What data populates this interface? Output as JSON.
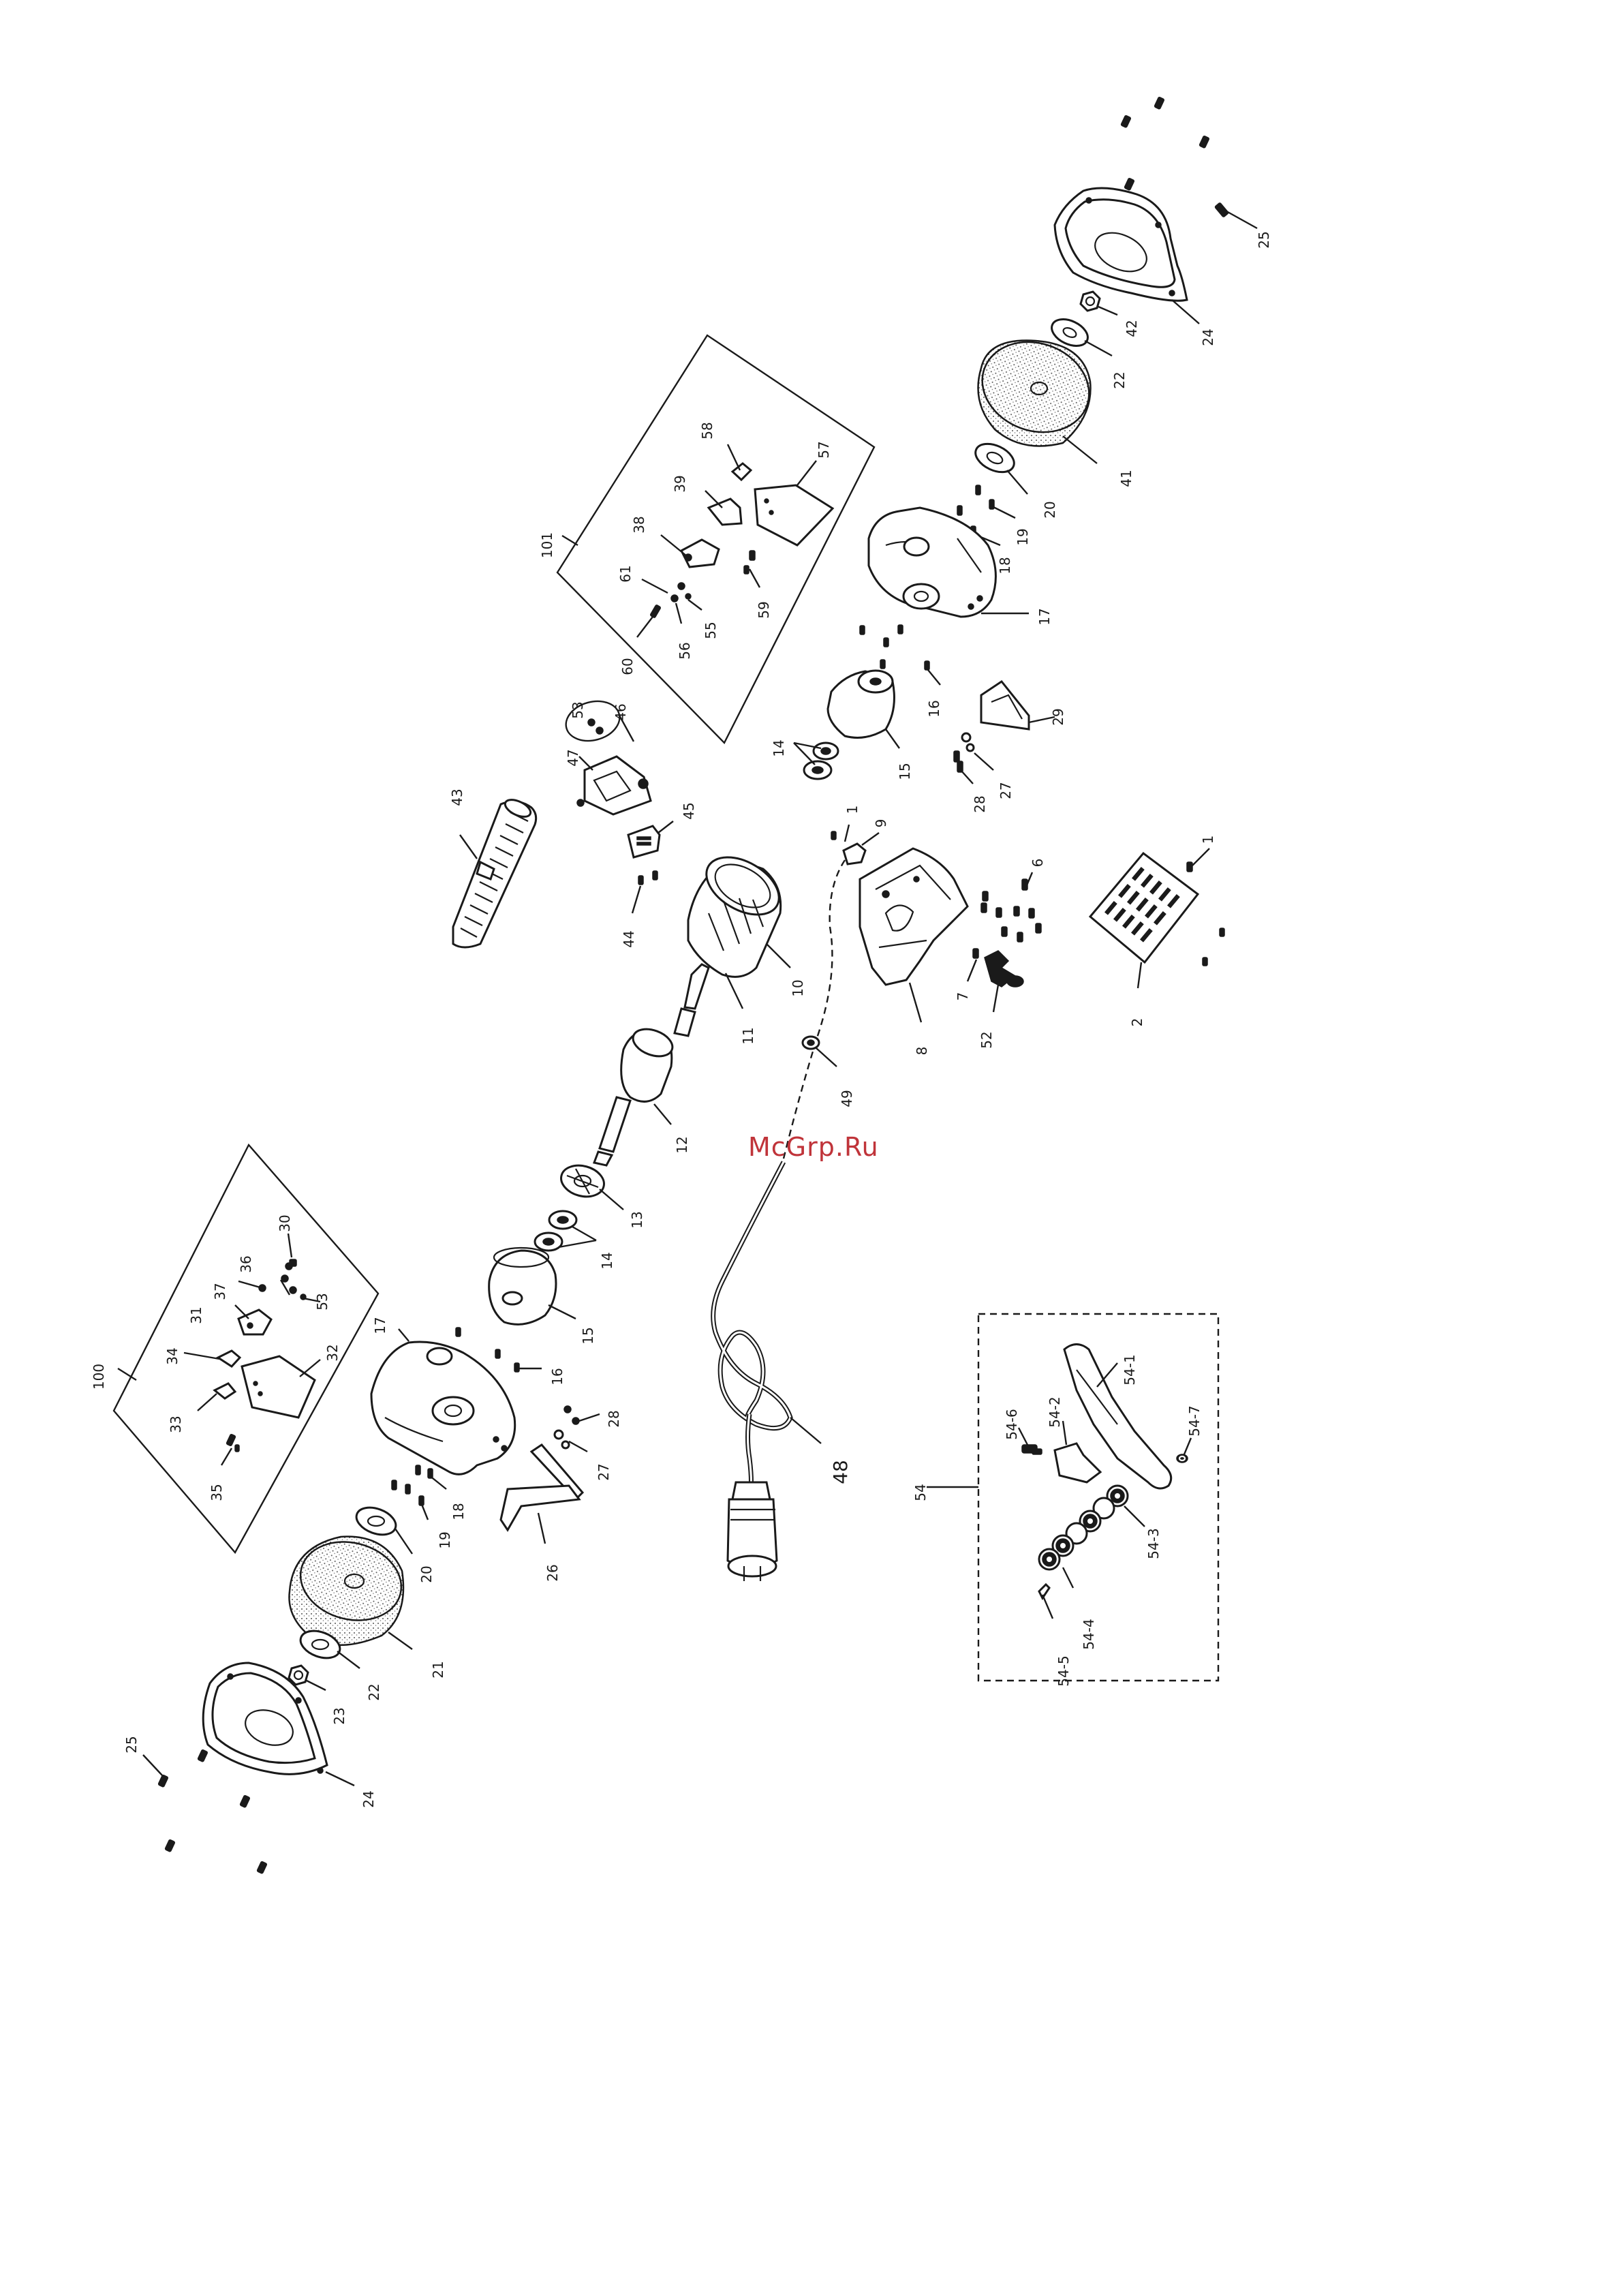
{
  "watermark": "McGrp.Ru",
  "labels": [
    {
      "id": "25",
      "text": "25"
    },
    {
      "id": "24",
      "text": "24"
    },
    {
      "id": "42",
      "text": "42"
    },
    {
      "id": "22",
      "text": "22"
    },
    {
      "id": "41",
      "text": "41"
    },
    {
      "id": "20",
      "text": "20"
    },
    {
      "id": "19",
      "text": "19"
    },
    {
      "id": "18",
      "text": "18"
    },
    {
      "id": "17",
      "text": "17"
    },
    {
      "id": "16",
      "text": "16"
    },
    {
      "id": "29",
      "text": "29"
    },
    {
      "id": "27",
      "text": "27"
    },
    {
      "id": "28",
      "text": "28"
    },
    {
      "id": "15",
      "text": "15"
    },
    {
      "id": "14",
      "text": "14"
    },
    {
      "id": "6",
      "text": "6"
    },
    {
      "id": "1",
      "text": "1"
    },
    {
      "id": "9",
      "text": "9"
    },
    {
      "id": "1b",
      "text": "1"
    },
    {
      "id": "2",
      "text": "2"
    },
    {
      "id": "7",
      "text": "7"
    },
    {
      "id": "52",
      "text": "52"
    },
    {
      "id": "8",
      "text": "8"
    },
    {
      "id": "10",
      "text": "10"
    },
    {
      "id": "11",
      "text": "11"
    },
    {
      "id": "49",
      "text": "49"
    },
    {
      "id": "12",
      "text": "12"
    },
    {
      "id": "13",
      "text": "13"
    },
    {
      "id": "14b",
      "text": "14"
    },
    {
      "id": "15b",
      "text": "15"
    },
    {
      "id": "16b",
      "text": "16"
    },
    {
      "id": "17b",
      "text": "17"
    },
    {
      "id": "18b",
      "text": "18"
    },
    {
      "id": "19b",
      "text": "19"
    },
    {
      "id": "20b",
      "text": "20"
    },
    {
      "id": "21",
      "text": "21"
    },
    {
      "id": "22b",
      "text": "22"
    },
    {
      "id": "23",
      "text": "23"
    },
    {
      "id": "24b",
      "text": "24"
    },
    {
      "id": "25b",
      "text": "25"
    },
    {
      "id": "26",
      "text": "26"
    },
    {
      "id": "27b",
      "text": "27"
    },
    {
      "id": "28b",
      "text": "28"
    },
    {
      "id": "43",
      "text": "43"
    },
    {
      "id": "44",
      "text": "44"
    },
    {
      "id": "45",
      "text": "45"
    },
    {
      "id": "46",
      "text": "46"
    },
    {
      "id": "47",
      "text": "47"
    },
    {
      "id": "53",
      "text": "53"
    },
    {
      "id": "101",
      "text": "101"
    },
    {
      "id": "58",
      "text": "58"
    },
    {
      "id": "57",
      "text": "57"
    },
    {
      "id": "39",
      "text": "39"
    },
    {
      "id": "38",
      "text": "38"
    },
    {
      "id": "61",
      "text": "61"
    },
    {
      "id": "60",
      "text": "60"
    },
    {
      "id": "56",
      "text": "56"
    },
    {
      "id": "55",
      "text": "55"
    },
    {
      "id": "59",
      "text": "59"
    },
    {
      "id": "100",
      "text": "100"
    },
    {
      "id": "30",
      "text": "30"
    },
    {
      "id": "36",
      "text": "36"
    },
    {
      "id": "37",
      "text": "37"
    },
    {
      "id": "31",
      "text": "31"
    },
    {
      "id": "53b",
      "text": "53"
    },
    {
      "id": "34",
      "text": "34"
    },
    {
      "id": "32",
      "text": "32"
    },
    {
      "id": "33",
      "text": "33"
    },
    {
      "id": "35",
      "text": "35"
    },
    {
      "id": "48",
      "text": "48"
    },
    {
      "id": "54",
      "text": "54"
    },
    {
      "id": "54-6",
      "text": "54-6"
    },
    {
      "id": "54-2",
      "text": "54-2"
    },
    {
      "id": "54-1",
      "text": "54-1"
    },
    {
      "id": "54-7",
      "text": "54-7"
    },
    {
      "id": "54-3",
      "text": "54-3"
    },
    {
      "id": "54-4",
      "text": "54-4"
    },
    {
      "id": "54-5",
      "text": "54-5"
    }
  ]
}
